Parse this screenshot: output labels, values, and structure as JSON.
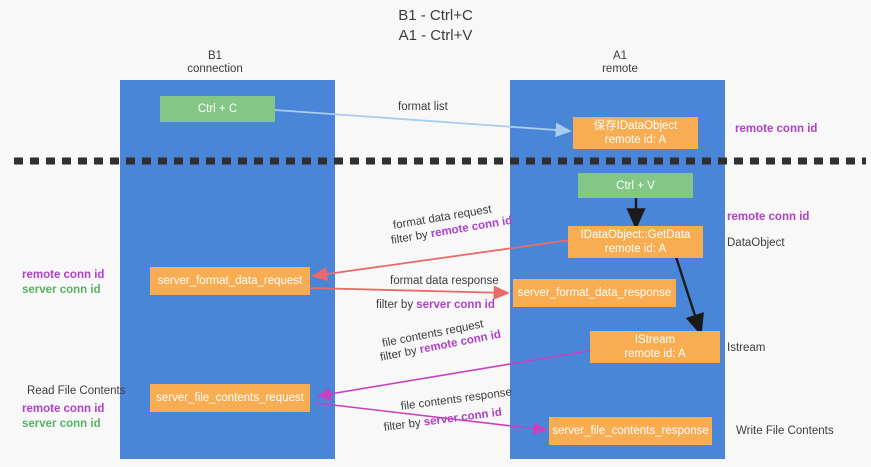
{
  "title": "B1 - Ctrl+C\nA1 - Ctrl+V",
  "colors": {
    "panel_blue": "#4a86d8",
    "node_green": "#82c786",
    "node_orange": "#f9ad52",
    "accent_purple": "#b03fc9",
    "accent_green": "#56b363",
    "arrow_red": "#ea6a6a",
    "arrow_lightblue": "#a8cdee",
    "arrow_magenta": "#c83fc0",
    "arrow_black": "#1a1a1a",
    "text_dark": "#3c3c3c"
  },
  "columns": [
    {
      "name": "b1",
      "heading": "B1\nconnection"
    },
    {
      "name": "a1",
      "heading": "A1\nremote"
    }
  ],
  "nodes": [
    {
      "name": "ctrl-c",
      "label": "Ctrl + C",
      "style": "green"
    },
    {
      "name": "idataobject-remote",
      "label": "保存IDataObject\nremote id: A",
      "style": "orange"
    },
    {
      "name": "ctrl-v",
      "label": "Ctrl + V",
      "style": "green"
    },
    {
      "name": "idataobject-getdata",
      "label": "IDataObject::GetData\nremote id: A",
      "style": "orange"
    },
    {
      "name": "server-format-data-request",
      "label": "server_format_data_request",
      "style": "orange"
    },
    {
      "name": "server-format-data-response",
      "label": "server_format_data_response",
      "style": "orange"
    },
    {
      "name": "istream-remote",
      "label": "IStream\nremote id: A",
      "style": "orange"
    },
    {
      "name": "server-file-contents-request",
      "label": "server_file_contents_request",
      "style": "orange"
    },
    {
      "name": "server-file-contents-response",
      "label": "server_file_contents_response",
      "style": "orange"
    }
  ],
  "edge_labels": {
    "format_list": "format list",
    "format_data_request": "format data request",
    "format_data_request_filter_prefix": "filter by ",
    "format_data_request_filter_key": "remote conn id",
    "format_data_response": "format data response",
    "format_data_response_filter_prefix": "filter by ",
    "format_data_response_filter_key": "server conn id",
    "file_contents_request": "file contents request",
    "file_contents_request_filter_prefix": "filter by ",
    "file_contents_request_filter_key": "remote conn id",
    "file_contents_response": "file contents response",
    "file_contents_response_filter_prefix": "filter by ",
    "file_contents_response_filter_key": "server conn id"
  },
  "side_labels": {
    "right_remote_conn_id_top": "remote conn id",
    "right_remote_conn_id_mid": "remote conn id",
    "right_dataobject": "DataObject",
    "right_istream": "Istream",
    "right_write_file_contents": "Write File Contents",
    "left_remote_conn_id_mid": "remote conn id",
    "left_server_conn_id_mid": "server conn id",
    "left_read_file_contents": "Read File Contents",
    "left_remote_conn_id_bottom": "remote conn id",
    "left_server_conn_id_bottom": "server conn id"
  }
}
